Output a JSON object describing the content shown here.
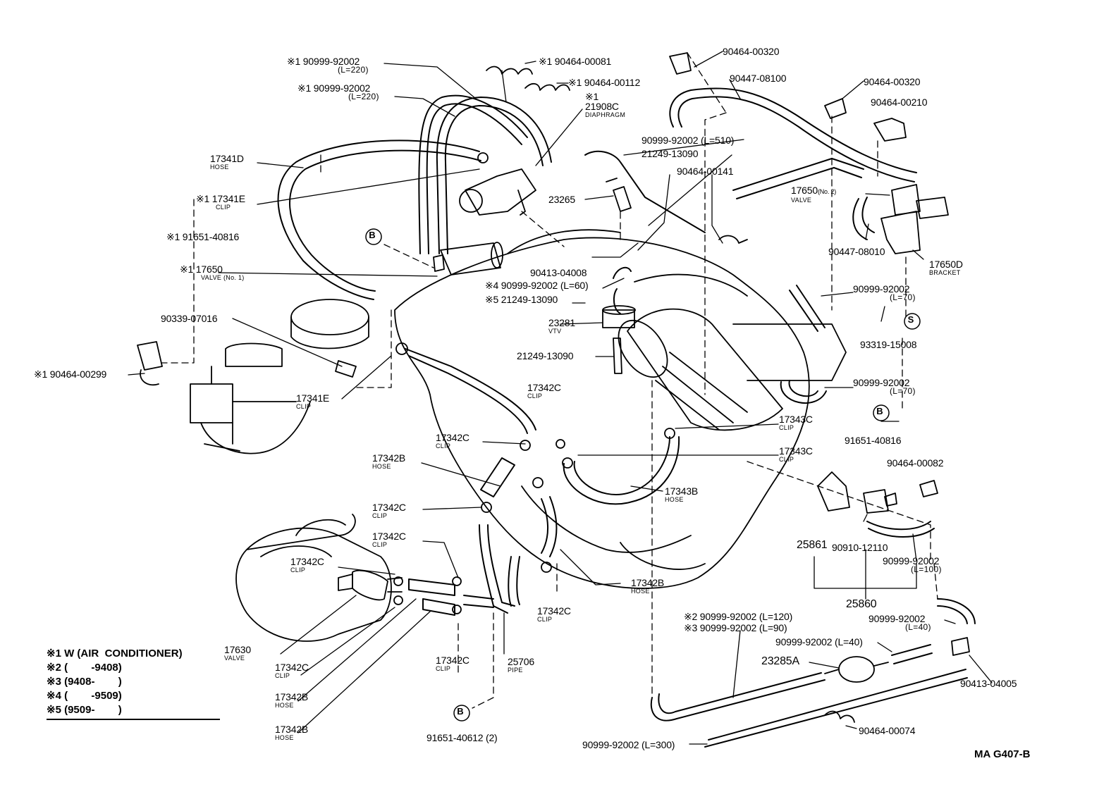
{
  "diagram_code": "MA G407-B",
  "legend": [
    "※1 W (AIR  CONDITIONER)",
    "※2 (        -9408)",
    "※3 (9408-        )",
    "※4 (        -9509)",
    "※5 (9509-        )"
  ],
  "callouts": {
    "c1": {
      "code": "※1 90999-92002",
      "sub": "(L=220)"
    },
    "c2": {
      "code": "※1 90999-92002",
      "sub": "(L=220)"
    },
    "c3": {
      "code": "※1 90464-00081"
    },
    "c4": {
      "code": "※1 90464-00112"
    },
    "c5": {
      "code": "※1",
      "code2": "21908C",
      "sub": "DIAPHRAGM"
    },
    "c6": {
      "code": "17341D",
      "sub": "HOSE"
    },
    "c7": {
      "code": "※1 17341E",
      "sub": "CLIP"
    },
    "c8": {
      "code": "※1 91651-40816"
    },
    "c9": {
      "code": "※1 17650",
      "sub": "VALVE (No. 1)"
    },
    "c10": {
      "code": "90339-07016"
    },
    "c11": {
      "code": "※1 90464-00299"
    },
    "c12": {
      "code": "17341E",
      "sub": "CLIP"
    },
    "c13": {
      "code": "90464-00320"
    },
    "c14": {
      "code": "90447-08100"
    },
    "c15": {
      "code": "90464-00320"
    },
    "c16": {
      "code": "90464-00210"
    },
    "c17": {
      "code": "90999-92002 (L=510)"
    },
    "c18": {
      "code": "21249-13090"
    },
    "c19": {
      "code": "90464-00141"
    },
    "c20": {
      "code": "23265"
    },
    "c21": {
      "code": "17650",
      "code_suffix": "(No. 2)",
      "sub": "VALVE"
    },
    "c22": {
      "code": "90447-08010"
    },
    "c23": {
      "code": "17650D",
      "sub": "BRACKET"
    },
    "c24": {
      "code": "90413-04008"
    },
    "c25": {
      "code": "※4 90999-92002 (L=60)"
    },
    "c26": {
      "code": "※5 21249-13090"
    },
    "c27": {
      "code": "23281",
      "sub": "VTV"
    },
    "c28": {
      "code": "21249-13090"
    },
    "c29": {
      "code": "90999-92002",
      "sub": "(L=70)"
    },
    "c30": {
      "code": "93319-15008"
    },
    "c31": {
      "code": "90999-92002",
      "sub": "(L=70)"
    },
    "c32": {
      "code": "91651-40816"
    },
    "c33": {
      "code": "17342C",
      "sub": "CLIP"
    },
    "c34": {
      "code": "17343C",
      "sub": "CLIP"
    },
    "c35": {
      "code": "17342C",
      "sub": "CLIP"
    },
    "c36": {
      "code": "17343C",
      "sub": "CLIP"
    },
    "c37": {
      "code": "17342B",
      "sub": "HOSE"
    },
    "c38": {
      "code": "17343B",
      "sub": "HOSE"
    },
    "c39": {
      "code": "90464-00082"
    },
    "c40": {
      "code": "17342C",
      "sub": "CLIP"
    },
    "c41": {
      "code": "25861"
    },
    "c42": {
      "code": "90910-12110"
    },
    "c43": {
      "code": "90999-92002",
      "sub": "(L=100)"
    },
    "c44": {
      "code": "17342C",
      "sub": "CLIP"
    },
    "c45": {
      "code": "17342C",
      "sub": "CLIP"
    },
    "c46": {
      "code": "17342B",
      "sub": "HOSE"
    },
    "c47": {
      "code": "17342C",
      "sub": "CLIP"
    },
    "c48": {
      "code": "25860"
    },
    "c49": {
      "code": "90999-92002",
      "sub": "(L=40)"
    },
    "c50": {
      "code": "※2 90999-92002 (L=120)"
    },
    "c51": {
      "code": "※3 90999-92002 (L=90)"
    },
    "c52": {
      "code": "90999-92002 (L=40)"
    },
    "c53": {
      "code": "17630",
      "sub": "VALVE"
    },
    "c54": {
      "code": "17342C",
      "sub": "CLIP"
    },
    "c55": {
      "code": "25706",
      "sub": "PIPE"
    },
    "c56": {
      "code": "23285A"
    },
    "c57": {
      "code": "90413-04005"
    },
    "c58": {
      "code": "17342C",
      "sub": "CLIP"
    },
    "c59": {
      "code": "17342B",
      "sub": "HOSE"
    },
    "c60": {
      "code": "17342B",
      "sub": "HOSE"
    },
    "c61": {
      "code": "91651-40612 (2)"
    },
    "c62": {
      "code": "90464-00074"
    },
    "c63": {
      "code": "90999-92002 (L=300)"
    }
  },
  "markers": {
    "b": "B",
    "s": "S"
  }
}
